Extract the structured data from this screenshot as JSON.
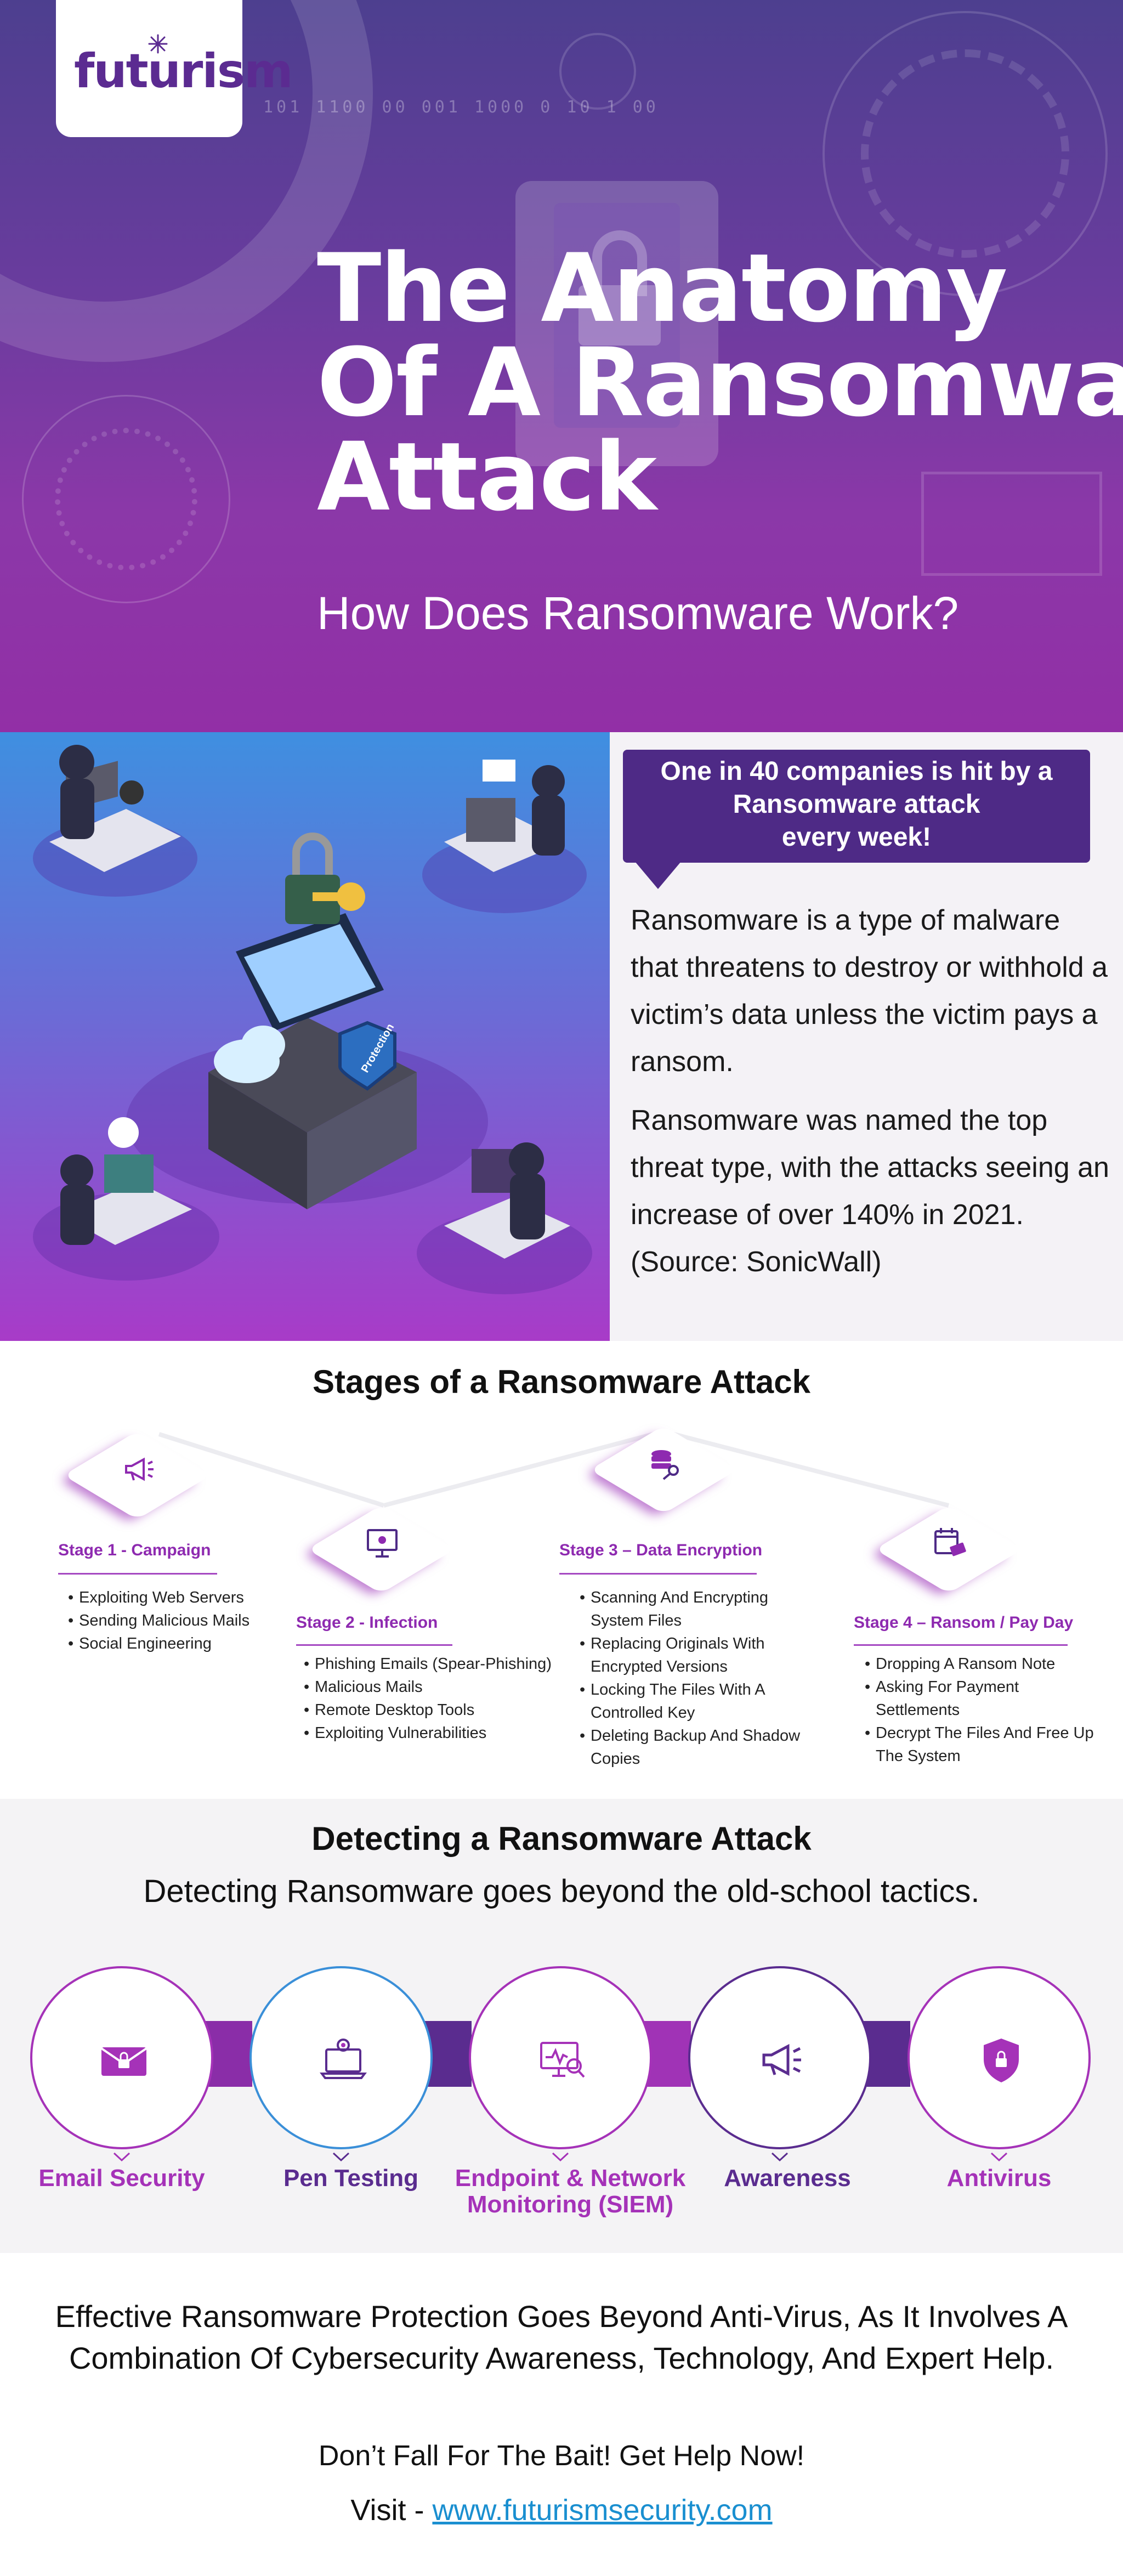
{
  "brand": {
    "logo_text": "futurism"
  },
  "hero": {
    "title_lines": [
      "The Anatomy",
      "Of A Ransomware",
      "Attack"
    ],
    "subtitle": "How Does Ransomware Work?",
    "laptop_binary": "101 1100 00 001 1000 0 10 1 00"
  },
  "intro": {
    "callout": [
      "One in 40 companies is hit by a",
      "Ransomware attack",
      "every week!"
    ],
    "paragraph1": "Ransomware is a type of malware that threatens to destroy or withhold a victim’s data unless the victim pays a ransom.",
    "paragraph2": "Ransomware was named the top threat type, with the attacks seeing an increase of over 140% in 2021. (Source: SonicWall)",
    "shield_label": "Protection"
  },
  "stages": {
    "title": "Stages of a Ransomware Attack",
    "items": [
      {
        "heading": "Stage 1 - Campaign",
        "icon": "megaphone-icon",
        "bullets": [
          "Exploiting Web Servers",
          "Sending Malicious Mails",
          "Social Engineering"
        ]
      },
      {
        "heading": "Stage  2 - Infection",
        "icon": "infected-monitor-icon",
        "bullets": [
          "Phishing Emails (Spear-Phishing)",
          "Malicious Mails",
          "Remote Desktop Tools",
          "Exploiting Vulnerabilities"
        ]
      },
      {
        "heading": "Stage 3 – Data Encryption",
        "icon": "database-key-icon",
        "bullets": [
          "Scanning And Encrypting System Files",
          "Replacing Originals With Encrypted Versions",
          "Locking The Files With A Controlled Key",
          "Deleting Backup And Shadow Copies"
        ]
      },
      {
        "heading": "Stage 4 – Ransom / Pay Day",
        "icon": "calendar-money-icon",
        "bullets": [
          "Dropping A Ransom Note",
          "Asking For Payment Settlements",
          "Decrypt The Files And Free Up The System"
        ]
      }
    ]
  },
  "detect": {
    "title": "Detecting a Ransomware Attack",
    "subtitle": "Detecting Ransomware goes beyond the old-school tactics.",
    "items": [
      {
        "label": "Email Security",
        "icon": "locked-email-icon",
        "color": "#a532b8"
      },
      {
        "label": "Pen Testing",
        "icon": "laptop-location-icon",
        "color": "#5a2c8f"
      },
      {
        "label": "Endpoint & Network\nMonitoring (SIEM)",
        "icon": "monitor-search-icon",
        "color": "#a532b8"
      },
      {
        "label": "Awareness",
        "icon": "megaphone-icon",
        "color": "#5a2c8f"
      },
      {
        "label": "Antivirus",
        "icon": "shield-lock-icon",
        "color": "#a532b8"
      }
    ]
  },
  "footer": {
    "main": "Effective Ransomware Protection Goes Beyond Anti-Virus, As It Involves A Combination Of Cybersecurity Awareness, Technology, And Expert Help.",
    "bait": "Don’t Fall For The Bait! Get Help Now!",
    "visit_prefix": "Visit - ",
    "visit_link": "www.futurismsecurity.com"
  },
  "colors": {
    "purple_dark": "#4e2a86",
    "purple": "#8e2ab0",
    "magenta": "#a532b8",
    "link": "#1a8fd0"
  }
}
